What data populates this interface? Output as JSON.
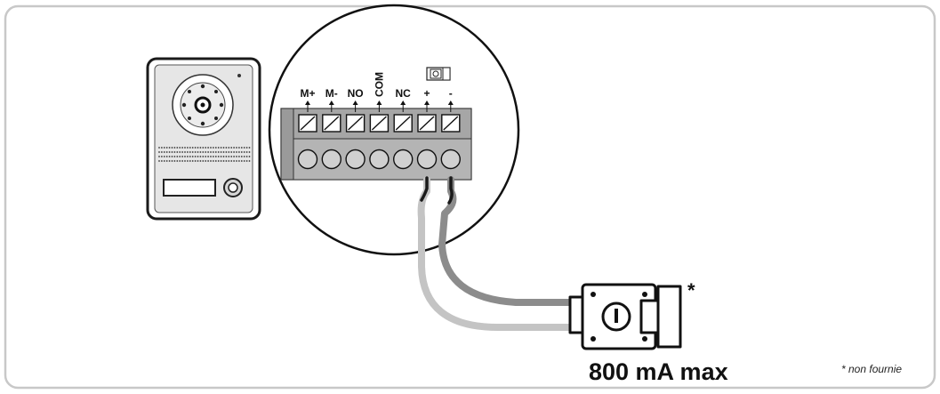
{
  "terminals": [
    "M+",
    "M-",
    "NO",
    "COM",
    "NC",
    "+",
    "-"
  ],
  "load_rating": "800 mA max",
  "asterisk": "*",
  "footnote": "* non fournie",
  "icons": [
    "door-station-icon",
    "electric-lock-icon",
    "lock-symbol-icon"
  ],
  "colors": {
    "frame": "#c8c8c8",
    "terminal_block": "#a9a9a9",
    "wire_light": "#c4c4c4",
    "wire_dark": "#8c8c8c",
    "wire_core": "#1a1a1a"
  }
}
